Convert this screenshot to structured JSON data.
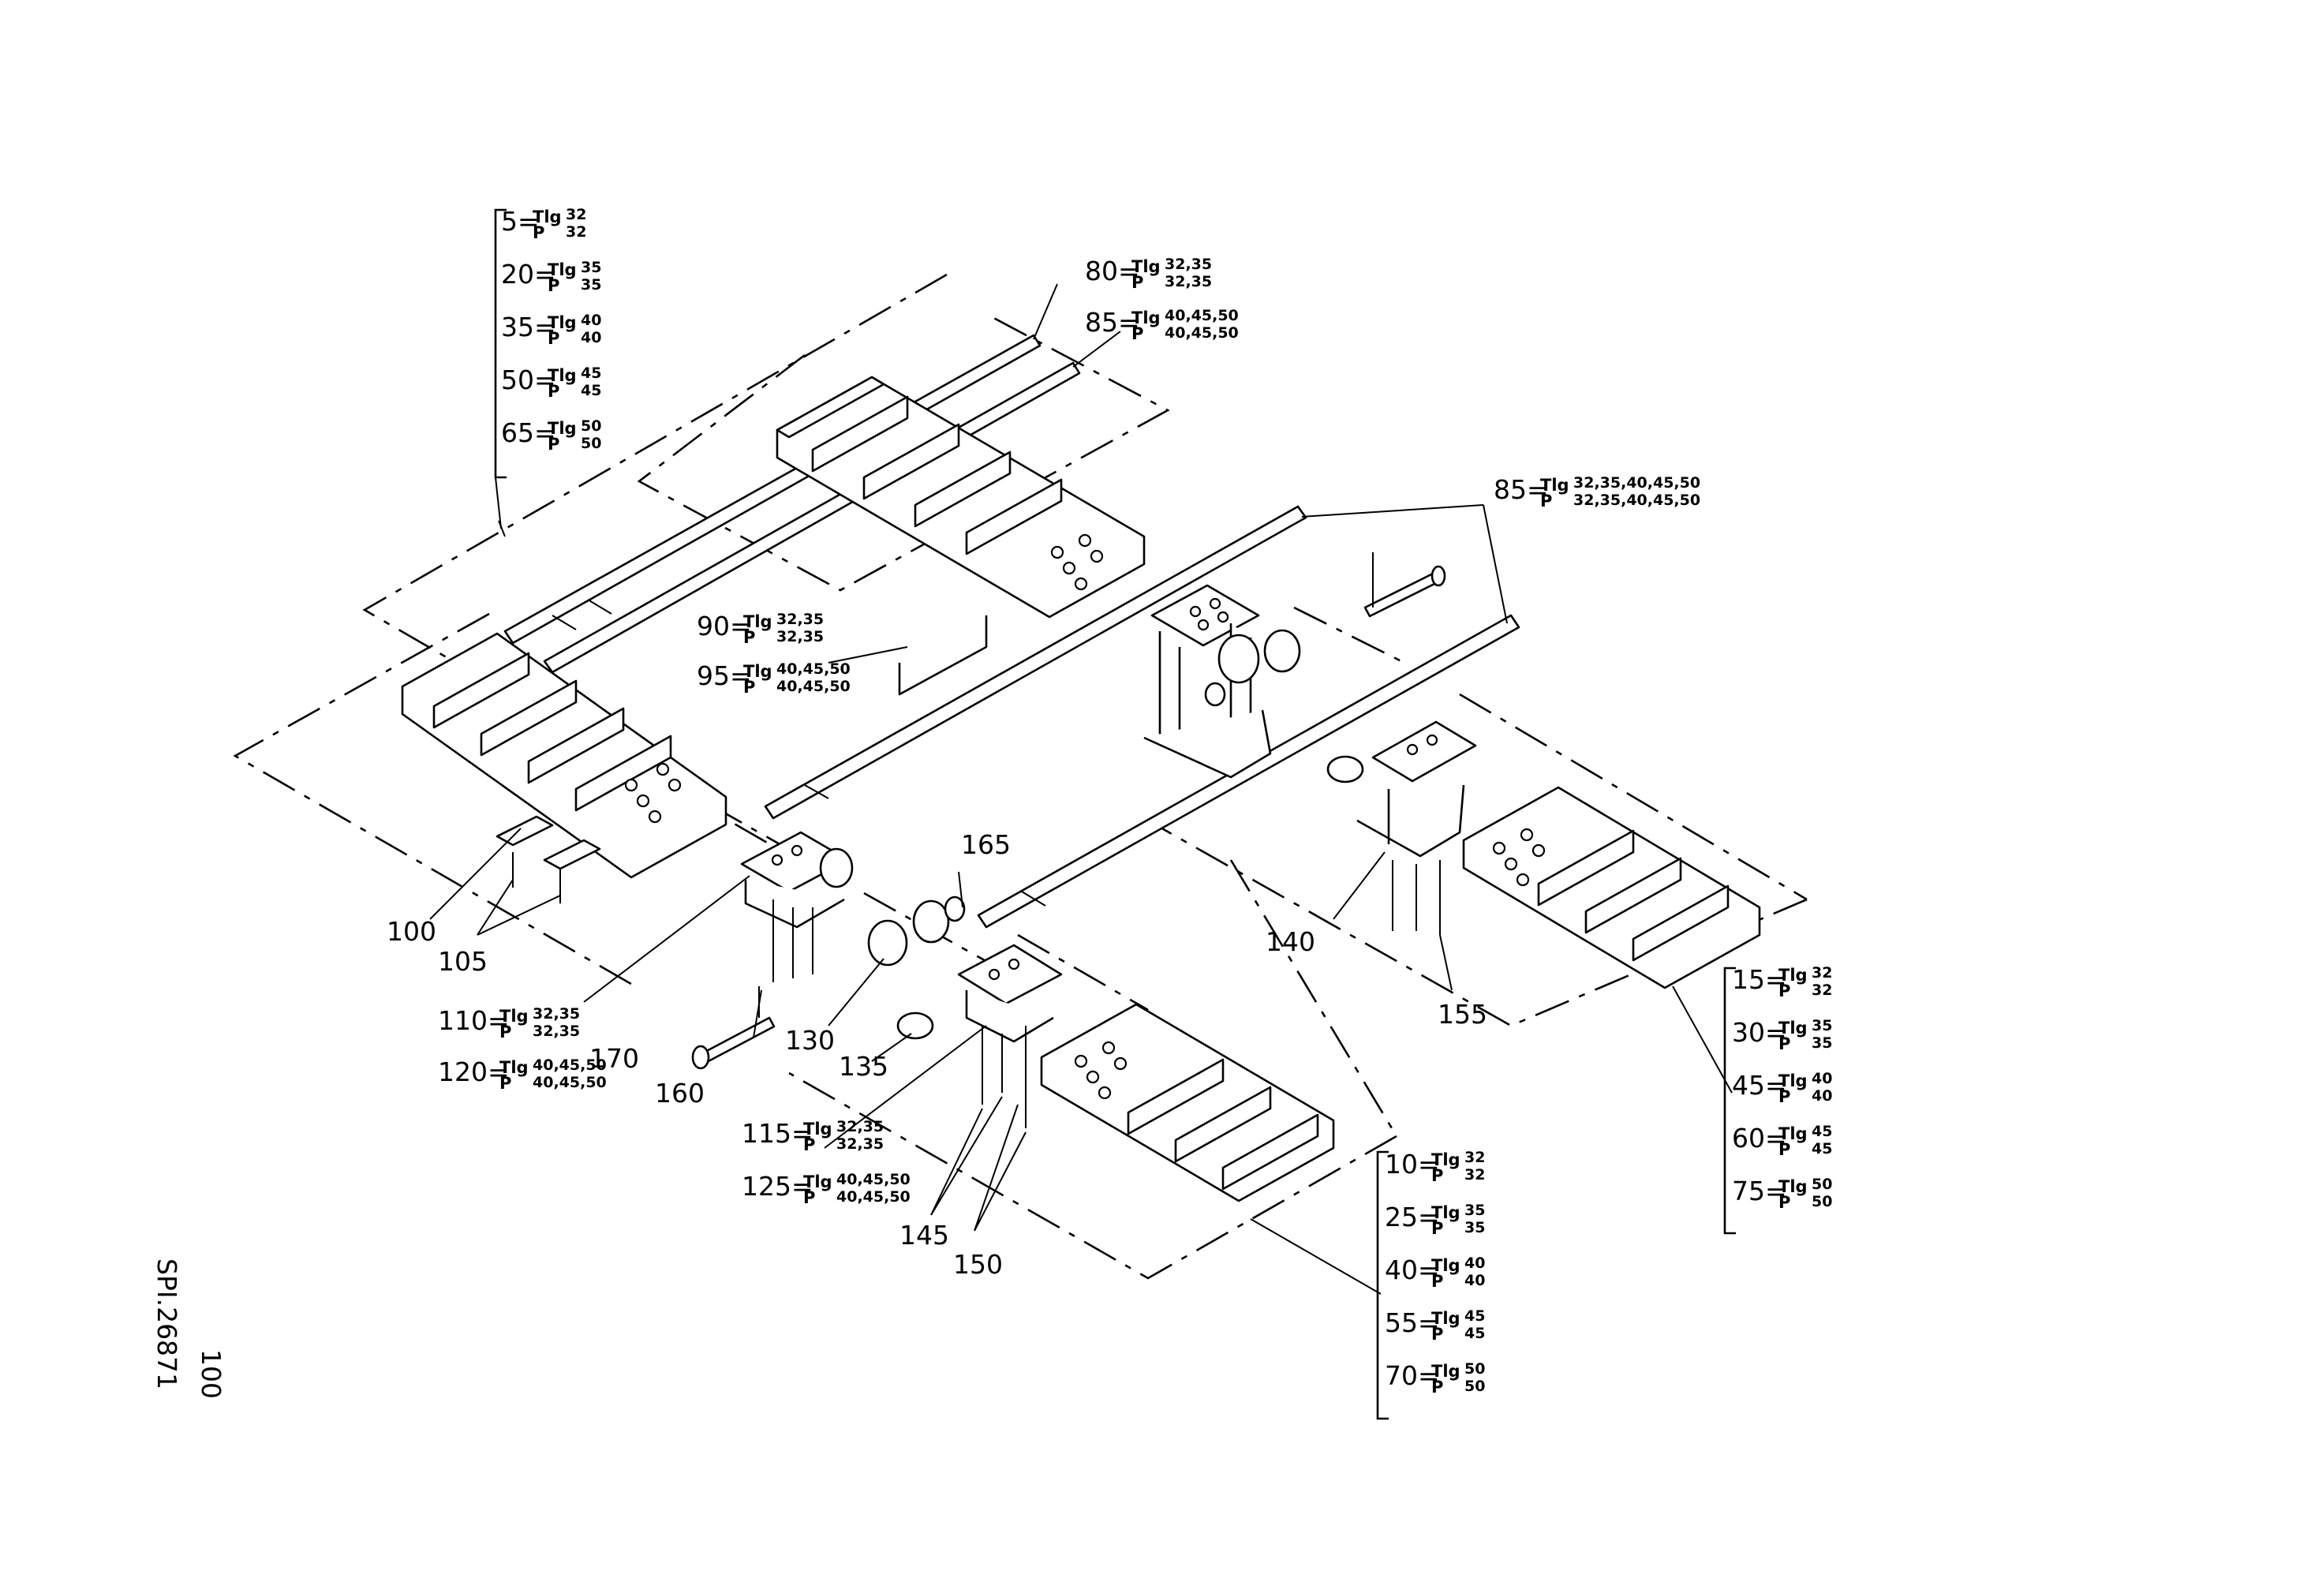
{
  "drawing_id": "SPI.26871",
  "sheet_number": "100",
  "bom_groups": [
    {
      "id": "top-left",
      "entries": [
        {
          "ref": "5",
          "tlg": "32",
          "p": "32"
        },
        {
          "ref": "20",
          "tlg": "35",
          "p": "35"
        },
        {
          "ref": "35",
          "tlg": "40",
          "p": "40"
        },
        {
          "ref": "50",
          "tlg": "45",
          "p": "45"
        },
        {
          "ref": "65",
          "tlg": "50",
          "p": "50"
        }
      ]
    },
    {
      "id": "right",
      "entries": [
        {
          "ref": "15",
          "tlg": "32",
          "p": "32"
        },
        {
          "ref": "30",
          "tlg": "35",
          "p": "35"
        },
        {
          "ref": "45",
          "tlg": "40",
          "p": "40"
        },
        {
          "ref": "60",
          "tlg": "45",
          "p": "45"
        },
        {
          "ref": "75",
          "tlg": "50",
          "p": "50"
        }
      ]
    },
    {
      "id": "bottom",
      "entries": [
        {
          "ref": "10",
          "tlg": "32",
          "p": "32"
        },
        {
          "ref": "25",
          "tlg": "35",
          "p": "35"
        },
        {
          "ref": "40",
          "tlg": "40",
          "p": "40"
        },
        {
          "ref": "55",
          "tlg": "45",
          "p": "45"
        },
        {
          "ref": "70",
          "tlg": "50",
          "p": "50"
        }
      ]
    }
  ],
  "variant_callouts": [
    {
      "id": "80",
      "ref": "80",
      "tlg": "32,35",
      "p": "32,35"
    },
    {
      "id": "85a",
      "ref": "85",
      "tlg": "40,45,50",
      "p": "40,45,50"
    },
    {
      "id": "85b",
      "ref": "85",
      "tlg": "32,35,40,45,50",
      "p": "32,35,40,45,50"
    },
    {
      "id": "90",
      "ref": "90",
      "tlg": "32,35",
      "p": "32,35"
    },
    {
      "id": "95",
      "ref": "95",
      "tlg": "40,45,50",
      "p": "40,45,50"
    },
    {
      "id": "110",
      "ref": "110",
      "tlg": "32,35",
      "p": "32,35"
    },
    {
      "id": "120",
      "ref": "120",
      "tlg": "40,45,50",
      "p": "40,45,50"
    },
    {
      "id": "115",
      "ref": "115",
      "tlg": "32,35",
      "p": "32,35"
    },
    {
      "id": "125",
      "ref": "125",
      "tlg": "40,45,50",
      "p": "40,45,50"
    }
  ],
  "plain_callouts": [
    "100",
    "105",
    "130",
    "135",
    "140",
    "145",
    "150",
    "155",
    "160",
    "165",
    "170"
  ],
  "labels": {
    "tlg": "Tlg",
    "p": "P",
    "eq": "="
  }
}
